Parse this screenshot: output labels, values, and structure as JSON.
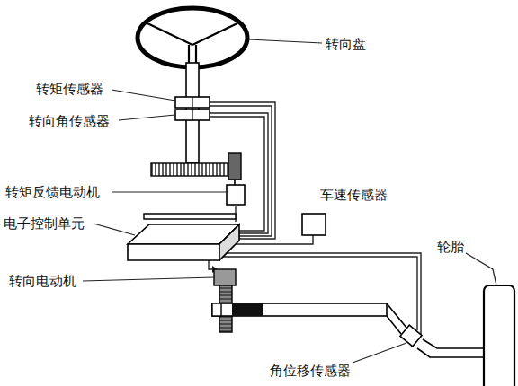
{
  "diagram": {
    "labels": [
      "转向盘",
      "转矩传感器",
      "转向角传感器",
      "转矩反馈电动机",
      "车速传感器",
      "电子控制单元",
      "轮胎",
      "转向电动机",
      "角位移传感器"
    ]
  }
}
